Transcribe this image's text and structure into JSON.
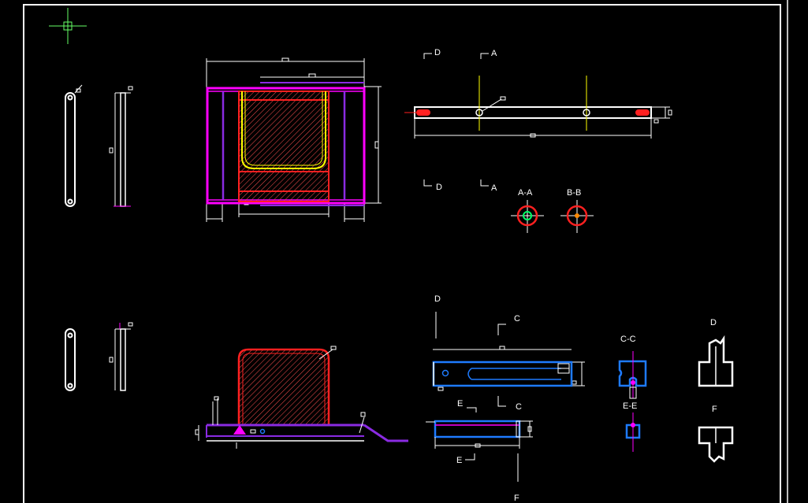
{
  "labels": {
    "d_top": "D",
    "a_top": "A",
    "d_bottom": "D",
    "a_bottom": "A",
    "aa": "A-A",
    "bb": "B-B",
    "d_view": "D",
    "c_top": "C",
    "c_bottom": "C",
    "e_top": "E",
    "e_bottom": "E",
    "f_bottom": "F",
    "cc": "C-C",
    "ee": "E-E",
    "d_detail": "D",
    "f_detail": "F"
  },
  "colors": {
    "background": "#000000",
    "line": "#ffffff",
    "red": "#ff2020",
    "magenta": "#ff00ff",
    "violet": "#8a2be2",
    "yellow": "#ffff00",
    "blue": "#1e7bff",
    "green": "#00ff66",
    "orange": "#ff8800",
    "cursor": "#66ff66"
  }
}
